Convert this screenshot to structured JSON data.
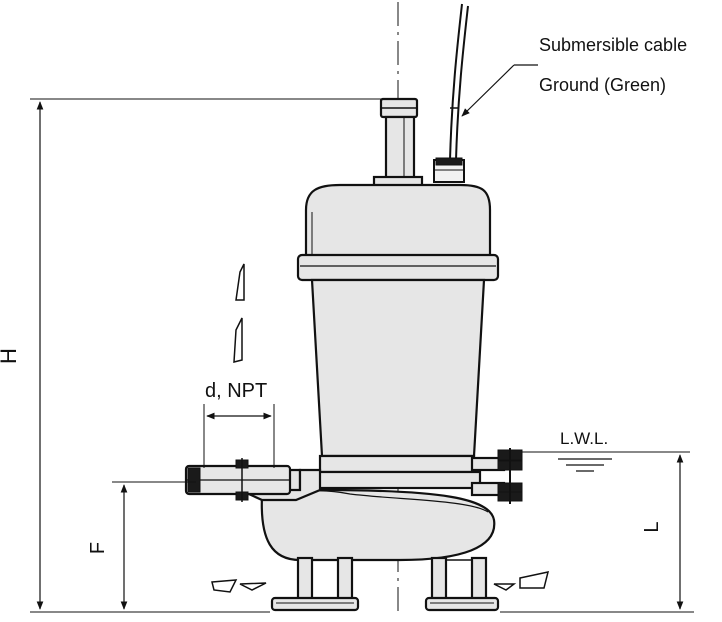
{
  "labels": {
    "submersible_cable": "Submersible cable",
    "ground": "Ground (Green)",
    "dim_h": "H",
    "dim_f": "F",
    "dim_l": "L",
    "discharge": "d, NPT",
    "lwl": "L.W.L."
  }
}
